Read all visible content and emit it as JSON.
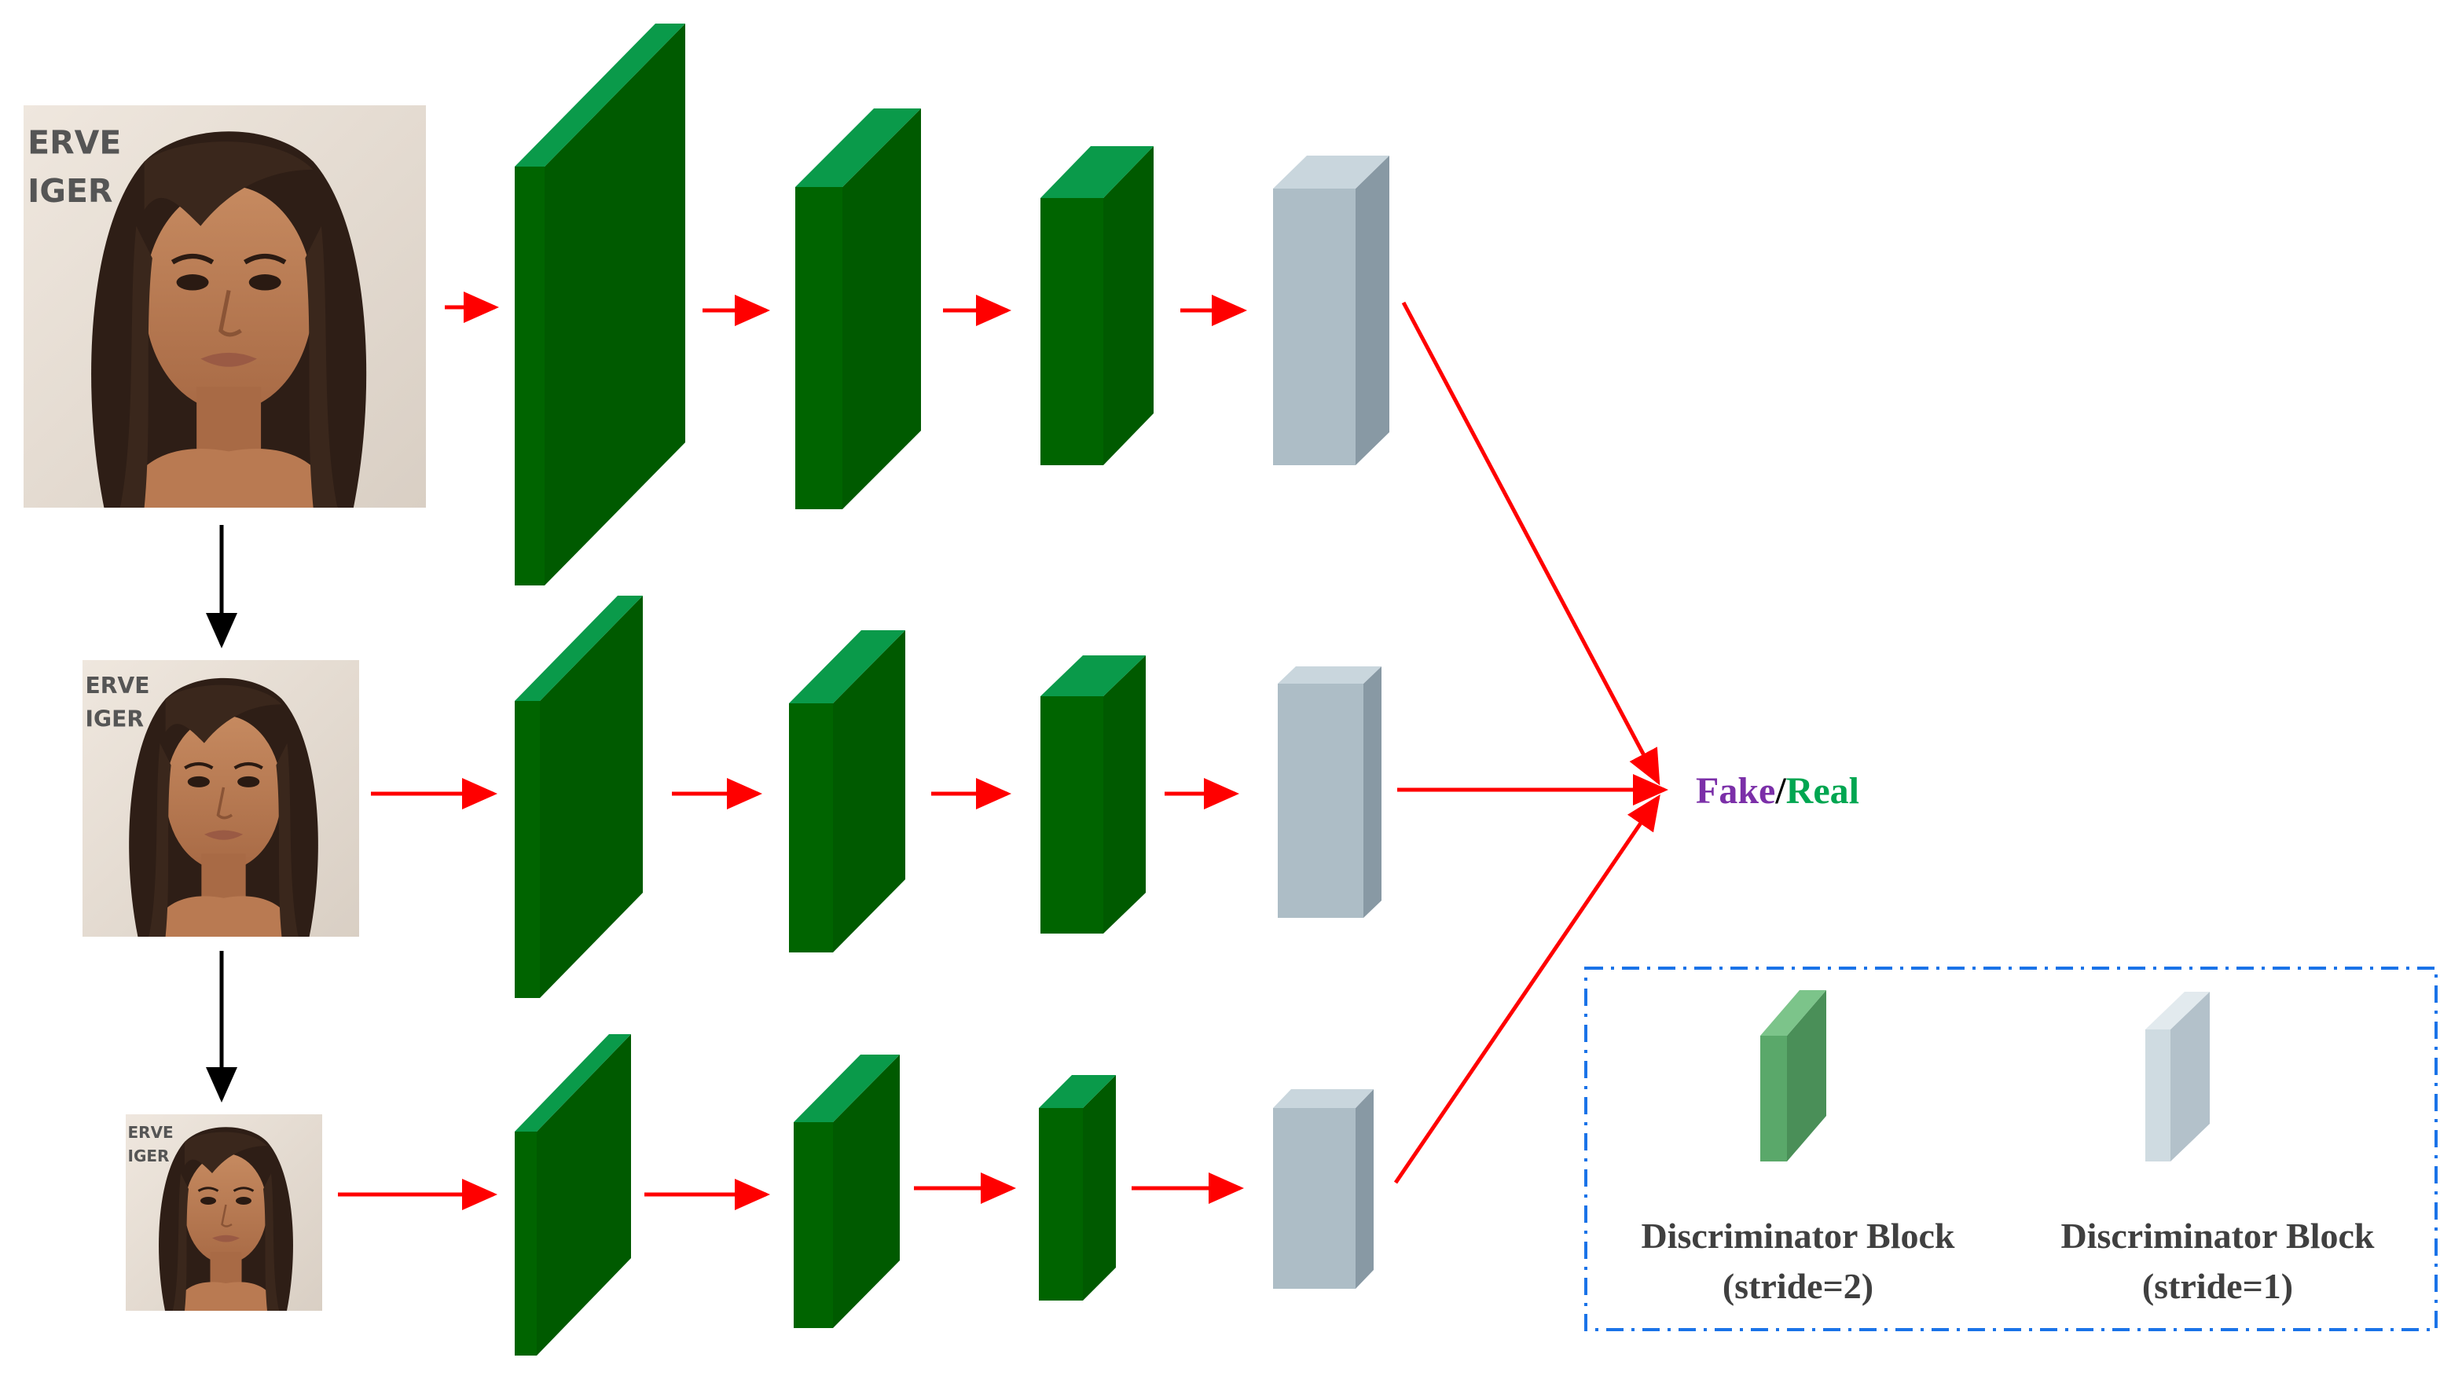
{
  "output": {
    "fake_label": "Fake",
    "separator": "/",
    "real_label": "Real"
  },
  "legend": {
    "stride2_title": "Discriminator Block",
    "stride2_param": "(stride=2)",
    "stride1_title": "Discriminator Block",
    "stride1_param": "(stride=1)"
  },
  "scales": [
    {
      "blocks": [
        "stride-2",
        "stride-2",
        "stride-2",
        "stride-1"
      ]
    },
    {
      "blocks": [
        "stride-2",
        "stride-2",
        "stride-2",
        "stride-1"
      ]
    },
    {
      "blocks": [
        "stride-2",
        "stride-2",
        "stride-2",
        "stride-1"
      ]
    }
  ],
  "colors": {
    "stride2_front": "#006400",
    "stride2_side": "#005a00",
    "stride2_top": "#0a9a4a",
    "stride1_front": "#adbdc6",
    "stride1_side": "#8899a4",
    "stride1_top": "#c9d6dd",
    "legend_green_front": "#5aa86a",
    "legend_green_side": "#4a8f58",
    "legend_green_top": "#7cc48a",
    "legend_gray_front": "#cfdbe1",
    "legend_gray_side": "#b3c1ca",
    "legend_gray_top": "#e2eaee",
    "arrow_red": "#ff0000",
    "arrow_black": "#000000",
    "fake_text": "#7b2fa8",
    "real_text": "#00a651",
    "legend_text": "#404040",
    "legend_border": "#1a73e8"
  },
  "icons": [
    "face-photo",
    "arrow-right",
    "arrow-down"
  ]
}
